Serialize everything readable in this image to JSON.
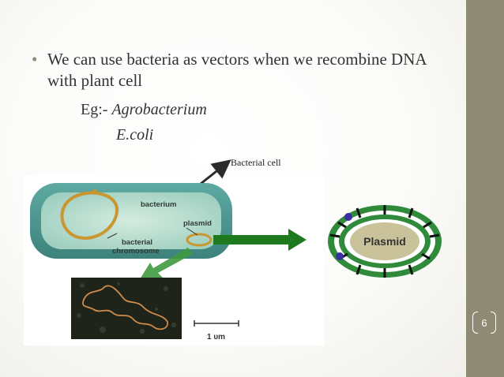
{
  "slide": {
    "bullet": "We can use bacteria as vectors when we recombine DNA with plant cell",
    "eg_prefix": "Eg:- ",
    "eg_item1": "Agrobacterium",
    "eg_item2": "E.coli",
    "page_number": "6"
  },
  "figure": {
    "callout": "Bacterial cell",
    "bacterium_label": "bacterium",
    "plasmid_label": "plasmid",
    "chromosome_label_line1": "bacterial",
    "chromosome_label_line2": "chromosome",
    "plasmid_diagram_label": "Plasmid",
    "scale_bar_label": "1 υm"
  },
  "colors": {
    "sidebar": "#8f8a73",
    "cell_wall": "#4f9a94",
    "arrow_green": "#1f7a1f",
    "plasmid_ring": "#2f8a3a",
    "plasmid_core": "#c9c29a"
  }
}
